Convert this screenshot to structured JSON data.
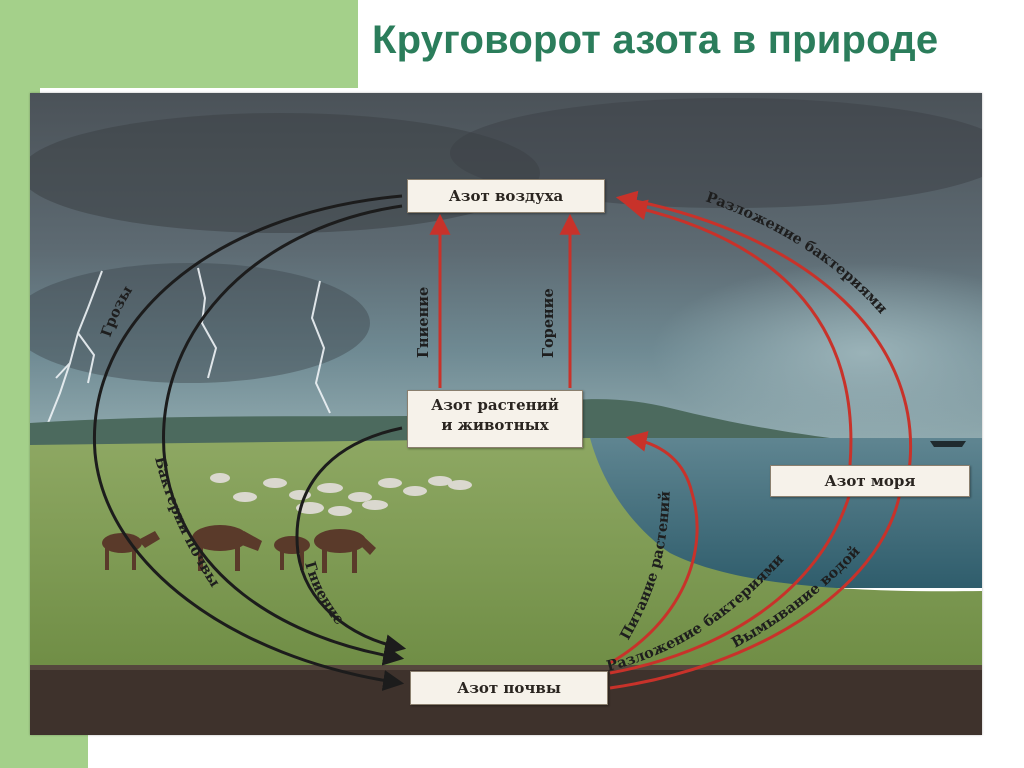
{
  "title": "Круговорот азота в природе",
  "boxes": {
    "air": "Азот воздуха",
    "plants_line1": "Азот растений",
    "plants_line2": "и животных",
    "sea": "Азот моря",
    "soil": "Азот почвы"
  },
  "processes": {
    "thunderstorms": "Грозы",
    "soil_bacteria": "Бактерии почвы",
    "decay_up": "Гниение",
    "burning": "Горение",
    "decay_down": "Гниение",
    "bacterial_decomposition_top": "Разложение бактериями",
    "plant_nutrition": "Питание растений",
    "bacterial_decomposition_bottom": "Разложение бактериями",
    "washing_out": "Вымывание водой"
  },
  "colors": {
    "title": "#2b7d5b",
    "accent_green": "#a4d08a",
    "arrow_black": "#1c1c1c",
    "arrow_red": "#c8322a"
  }
}
